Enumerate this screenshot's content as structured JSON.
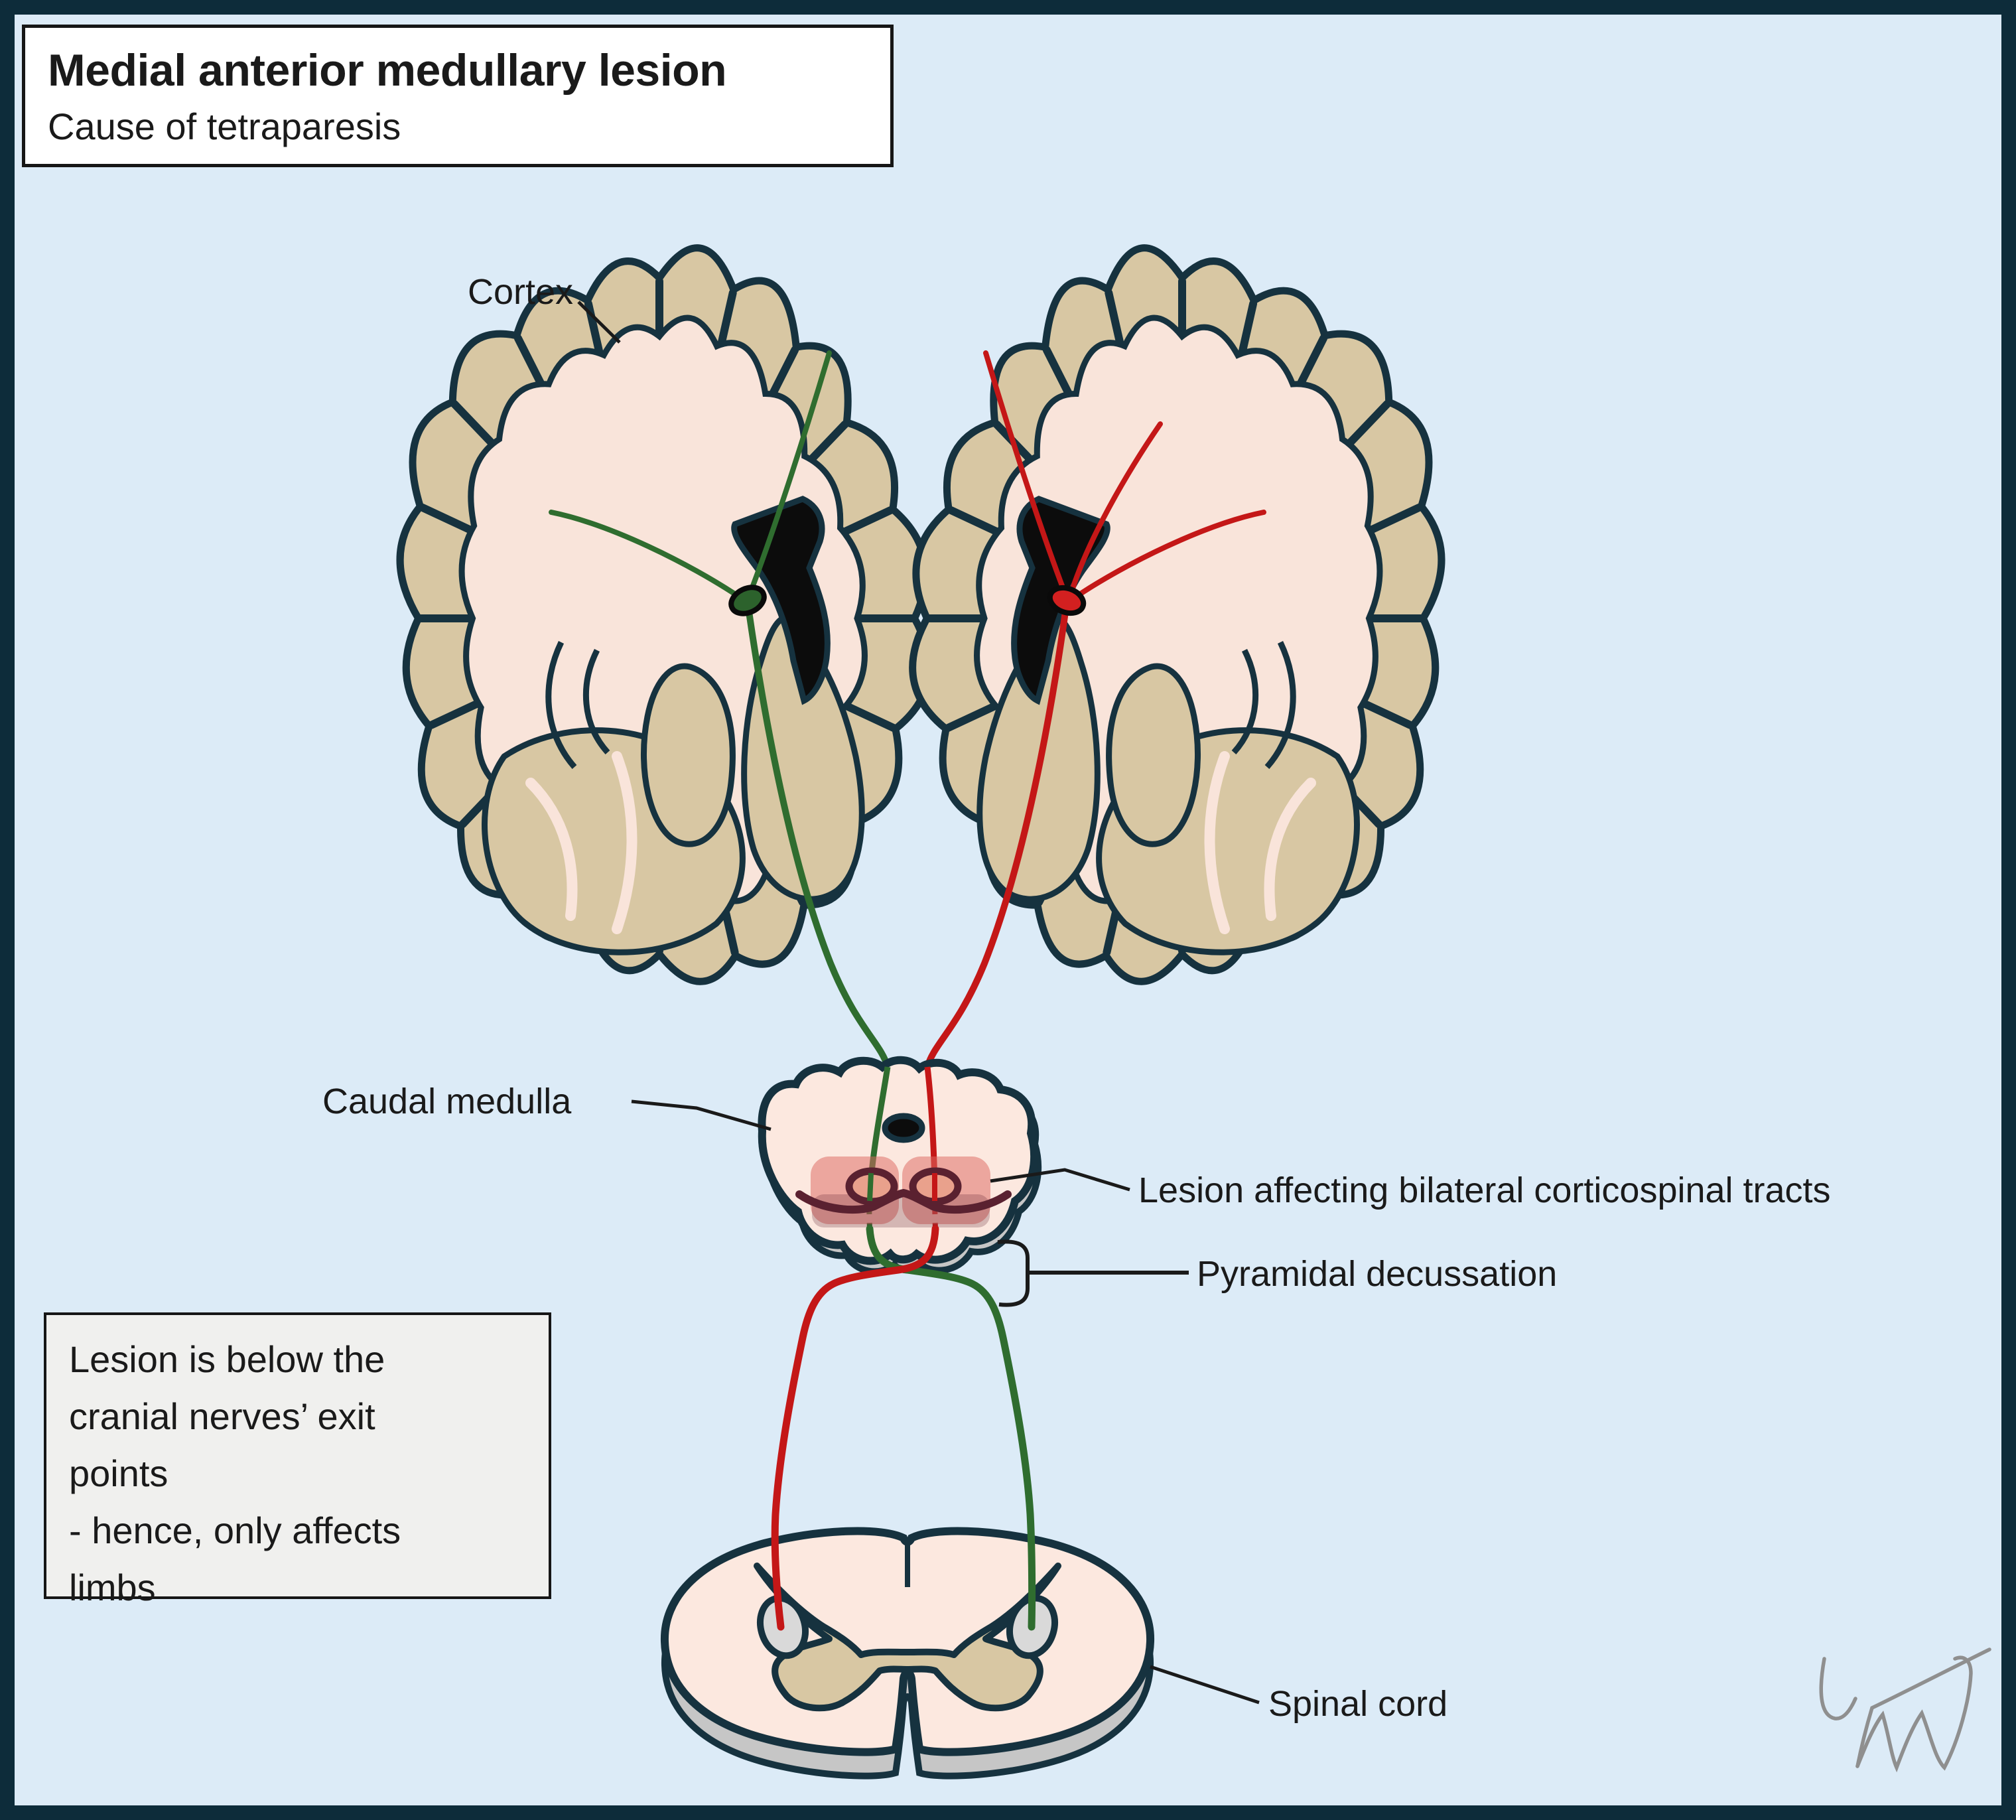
{
  "title": {
    "heading": "Medial anterior medullary lesion",
    "subtitle": "Cause of tetraparesis"
  },
  "labels": {
    "cortex": "Cortex",
    "caudal_medulla": "Caudal medulla",
    "lesion": "Lesion affecting bilateral corticospinal tracts",
    "pyramidal_decussation": "Pyramidal decussation",
    "spinal_cord": "Spinal cord"
  },
  "note_box": {
    "lines": [
      "Lesion is below the",
      "cranial nerves’ exit",
      "points",
      "- hence, only affects",
      "limbs"
    ]
  },
  "colors": {
    "background": "#dcebf7",
    "frame": "#0d2c3a",
    "outline": "#16323f",
    "cortex_tan": "#d8c7a3",
    "white_matter_pink": "#f9e4da",
    "ventricle_black": "#0c0c0c",
    "left_tract_green": "#2f6d2f",
    "left_tract_dot_green": "#2c622c",
    "right_tract_red": "#c41717",
    "right_tract_dot_red": "#d32020",
    "lesion_salmon": "#dd6a62",
    "lesion_maroon": "#5a2130",
    "pyramid_fill": "#e9a18c",
    "shadow_gray": "#c6c6c6",
    "tract_oval_gray": "#d9d9d9",
    "note_box_bg": "#f0f0ee",
    "label_ink": "#1a1a1a",
    "signature_gray": "#8f8f8f"
  }
}
